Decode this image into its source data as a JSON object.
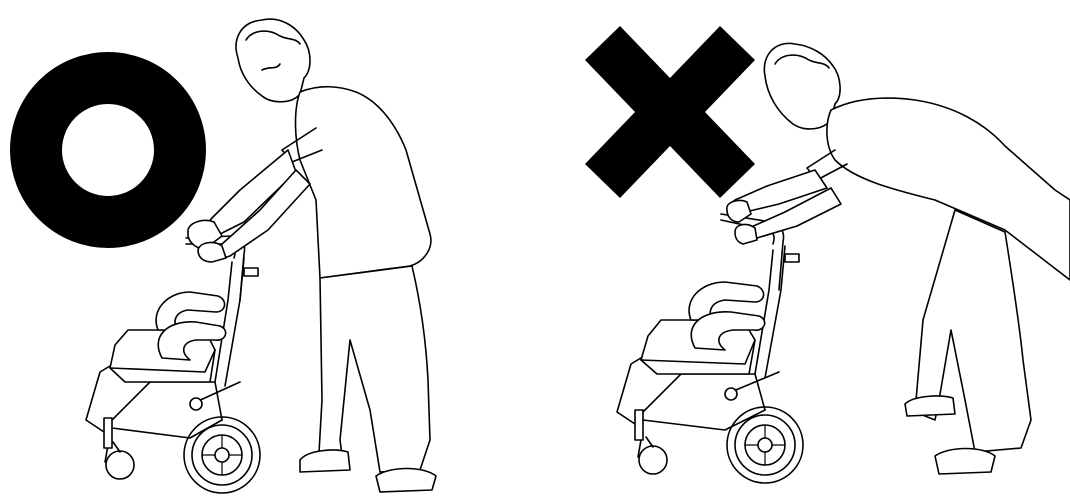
{
  "panels": [
    {
      "symbol": "circle-o-symbol",
      "verdict": "correct"
    },
    {
      "symbol": "x-mark-symbol",
      "verdict": "incorrect"
    }
  ],
  "colors": {
    "symbol": "#000000",
    "line": "#000000",
    "background": "#ffffff"
  }
}
